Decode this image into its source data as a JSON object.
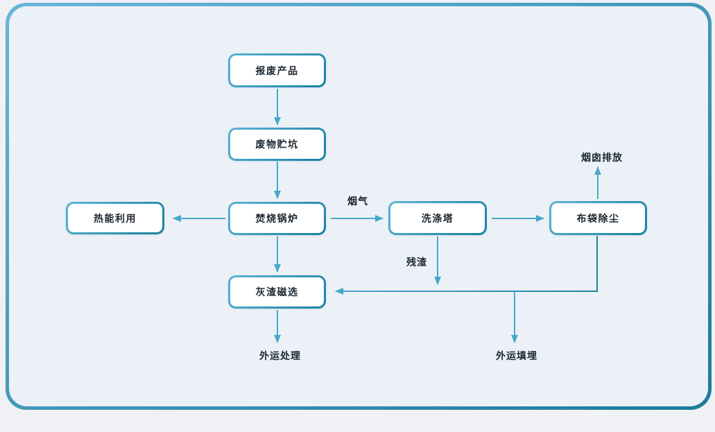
{
  "diagram": {
    "nodes": {
      "scrap": {
        "label": "报废产品"
      },
      "pit": {
        "label": "废物贮坑"
      },
      "boiler": {
        "label": "焚烧锅炉"
      },
      "thermal": {
        "label": "热能利用"
      },
      "scrubber": {
        "label": "洗涤塔"
      },
      "baghouse": {
        "label": "布袋除尘"
      },
      "magnetic": {
        "label": "灰渣磁选"
      }
    },
    "edge_labels": {
      "flue_gas": "烟气",
      "chimney_emission": "烟囱排放",
      "residue": "残渣",
      "outbound_treatment": "外运处理",
      "outbound_landfill": "外运填埋"
    },
    "flows": [
      "报废产品 → 废物贮坑",
      "废物贮坑 → 焚烧锅炉",
      "焚烧锅炉 → 热能利用",
      "焚烧锅炉 →(烟气) 洗涤塔",
      "洗涤塔 → 布袋除尘",
      "布袋除尘 → 烟囱排放",
      "焚烧锅炉 → 灰渣磁选",
      "洗涤塔 →(残渣) 汇合线",
      "布袋除尘 → 灰渣磁选",
      "汇合线 → 外运填埋",
      "灰渣磁选 → 外运处理"
    ],
    "colors": {
      "arrow": "#46a9cb",
      "arrow_dark": "#1e7f9e",
      "node_border_start": "#5cb4d7",
      "node_border_end": "#17809f",
      "frame_border_start": "#68b6d8",
      "frame_border_end": "#1d7b99",
      "canvas_bg": "#ecf1f7",
      "page_bg": "#f0f1f4",
      "text": "#1b2630",
      "node_fill": "#ffffff"
    }
  }
}
